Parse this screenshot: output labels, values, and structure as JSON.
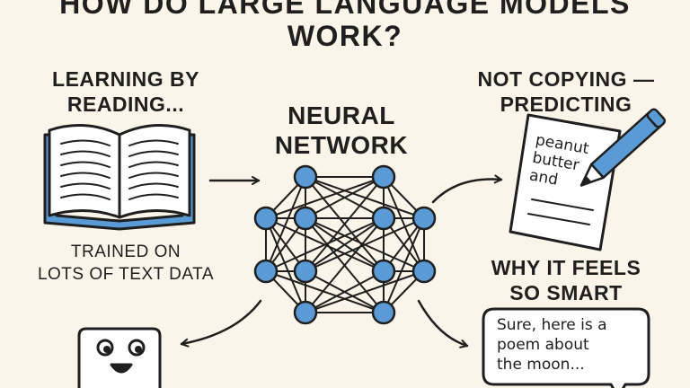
{
  "title": {
    "line1": "HOW DO LARGE LANGUAGE MODELS",
    "line2": "WORK?"
  },
  "learning": {
    "heading_line1": "LEARNING BY",
    "heading_line2": "READING...",
    "caption_line1": "TRAINED ON",
    "caption_line2": "LOTS OF TEXT DATA"
  },
  "network": {
    "heading_line1": "NEURAL",
    "heading_line2": "NETWORK"
  },
  "predicting": {
    "heading_line1": "NOT COPYING —",
    "heading_line2": "PREDICTING",
    "note_line1": "peanut",
    "note_line2": "butter",
    "note_line3": "and"
  },
  "smart": {
    "heading_line1": "WHY IT FEELS",
    "heading_line2": "SO SMART",
    "bubble_line1": "Sure, here is a",
    "bubble_line2": "poem about",
    "bubble_line3": "the moon..."
  },
  "colors": {
    "accent_blue": "#5b9bd5",
    "ink": "#1f1f1f",
    "paper": "#fbf4e8"
  }
}
